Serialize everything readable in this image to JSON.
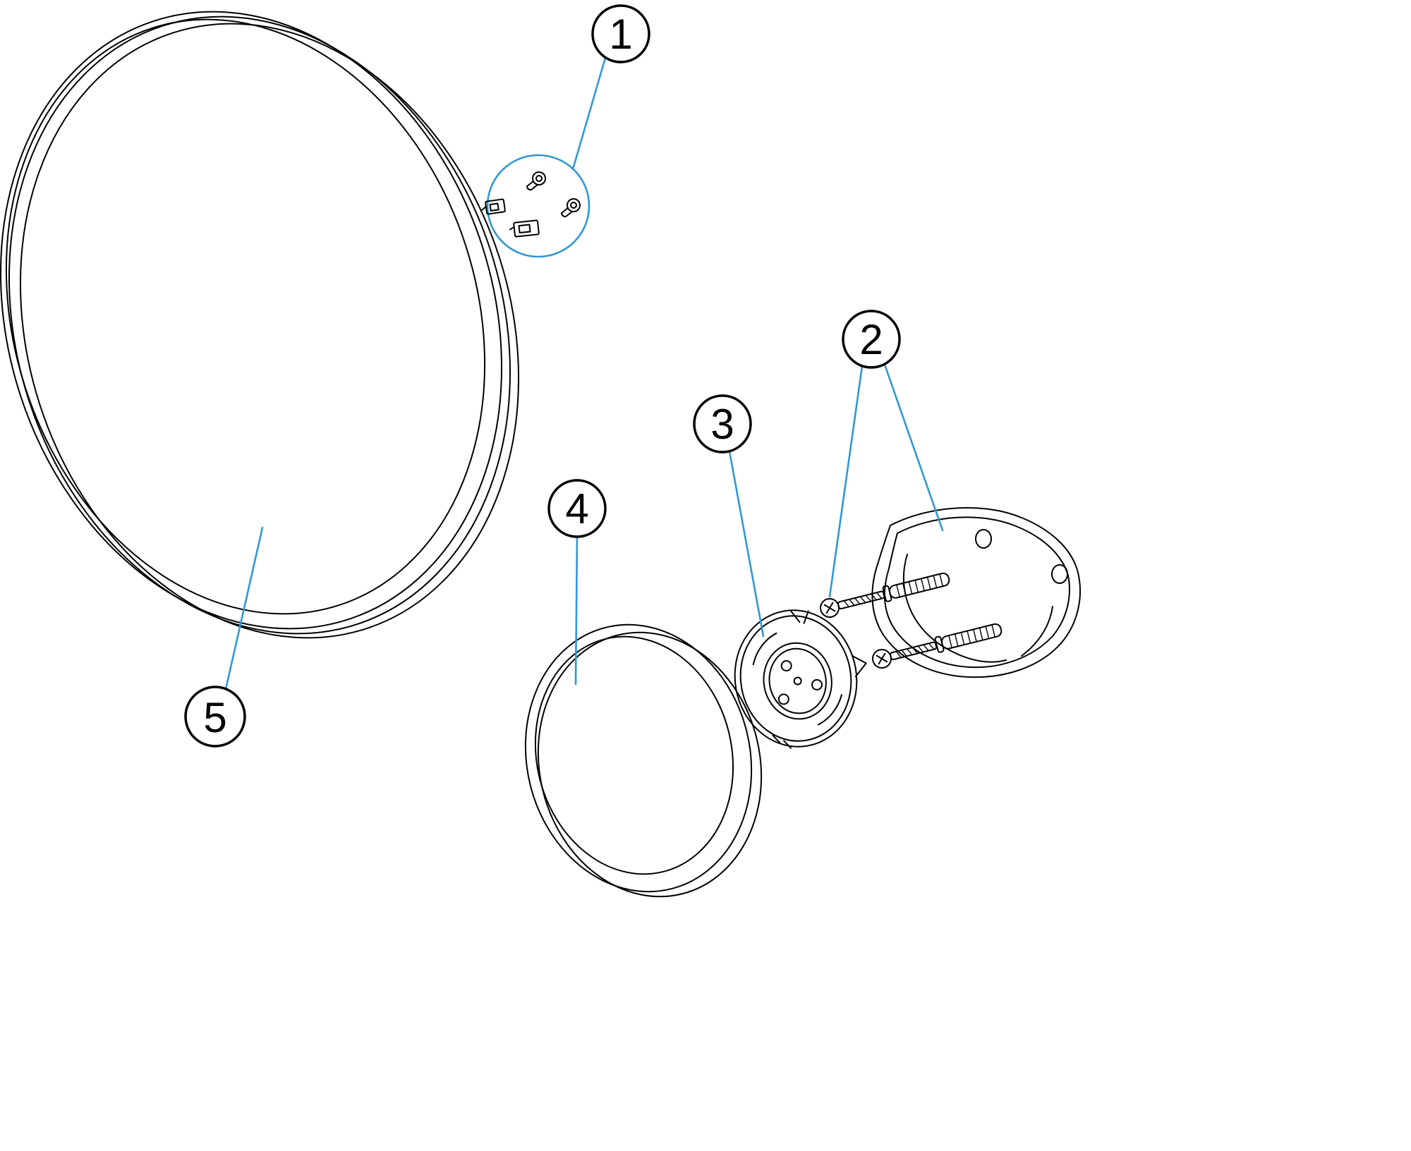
{
  "colors": {
    "background": "#ffffff",
    "line": "#000000",
    "leader": "#2f98d4"
  },
  "callouts": [
    {
      "number": "1",
      "target": "fixing-hardware-kit"
    },
    {
      "number": "2",
      "target": "screws-and-wall-plugs"
    },
    {
      "number": "3",
      "target": "mounting-plate"
    },
    {
      "number": "4",
      "target": "small-mirror-housing"
    },
    {
      "number": "5",
      "target": "large-mirror-disc"
    }
  ]
}
